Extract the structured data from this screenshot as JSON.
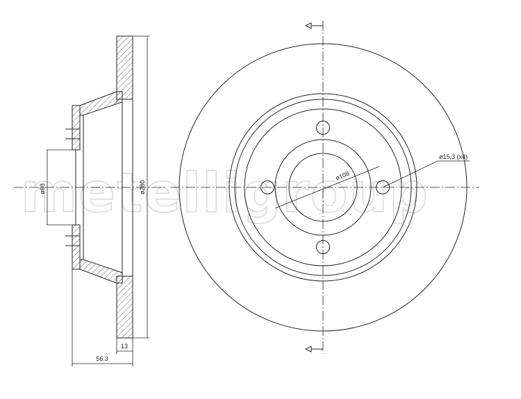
{
  "watermark": {
    "text": "metelligroup"
  },
  "dimensions": {
    "thickness": "13",
    "offset": "56.3",
    "center_bore": "ø68",
    "outer_diameter": "ø280",
    "bolt_circle": "ø108",
    "bolt_holes": "ø15,3 (x4)"
  },
  "colors": {
    "line": "#222222",
    "hatch": "#333333",
    "watermark": "#d9d9d9"
  }
}
